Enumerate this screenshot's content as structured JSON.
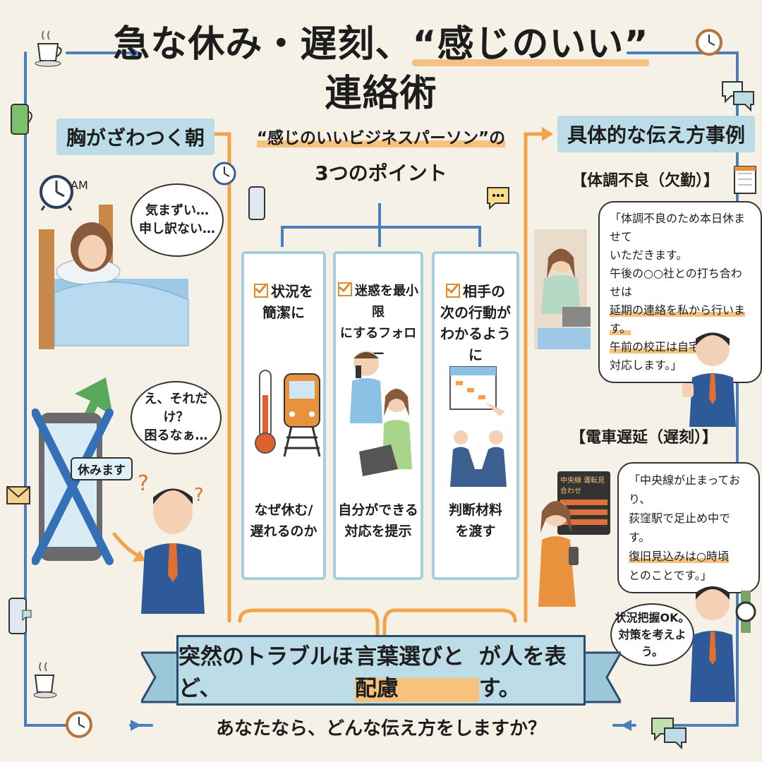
{
  "title": {
    "before": "急な休み・遅刻、",
    "highlight": "“感じのいい”",
    "after": "連絡術"
  },
  "left": {
    "heading": "胸がざわつく朝",
    "am_label": "AM",
    "thought1": [
      "気まずい…",
      "申し訳ない…"
    ],
    "thought2": [
      "え、それだけ？",
      "困るなぁ…"
    ],
    "phone_message": "休みます"
  },
  "center": {
    "heading_line1": "“感じのいいビジネスパーソン”の",
    "heading_line2": "3つのポイント",
    "points": [
      {
        "head": [
          "状況を",
          "簡潔に"
        ],
        "foot": [
          "なぜ休む/",
          "遅れるのか"
        ]
      },
      {
        "head": [
          "迷惑を最小限",
          "にするフォロー"
        ],
        "foot": [
          "自分ができる",
          "対応を提示"
        ]
      },
      {
        "head": [
          "相手の",
          "次の行動が",
          "わかるように"
        ],
        "foot": [
          "判断材料",
          "を渡す"
        ]
      }
    ]
  },
  "right": {
    "heading": "具体的な伝え方事例",
    "case1": {
      "label": "【体調不良（欠勤）】",
      "lines": [
        "「体調不良のため本日休ませて",
        "いただきます。",
        "午後の○○社との打ち合わせは",
        "延期の連絡を私から行います。",
        "午前の校正は自宅から",
        "対応します。」"
      ]
    },
    "case2": {
      "label": "【電車遅延（遅刻）】",
      "lines": [
        "「中央線が止まっており、",
        "荻窪駅で足止め中です。",
        "復旧見込みは○時頃",
        "とのことです。」"
      ],
      "board_text": "中央線 運転見合わせ"
    },
    "boss_reply": [
      "状況把握OK。",
      "対策を考えよう。"
    ]
  },
  "footer": {
    "ribbon_before": "突然のトラブルほど、",
    "ribbon_highlight": "言葉選びと配慮",
    "ribbon_after": "が人を表す。",
    "question": "あなたなら、どんな伝え方をしますか？"
  },
  "colors": {
    "background": "#f6f1e6",
    "banner": "#bcdde8",
    "accent_orange": "#f3a24a",
    "frame_blue": "#4a7fbf",
    "column_border": "#a7cfd9"
  },
  "icons": [
    "coffee-cup-icon",
    "clock-icon",
    "chat-bubble-icon",
    "phone-icon",
    "envelope-icon",
    "calendar-icon",
    "watch-icon",
    "train-icon",
    "thermometer-icon",
    "laptop-icon",
    "handshake-icon",
    "check-icon"
  ]
}
